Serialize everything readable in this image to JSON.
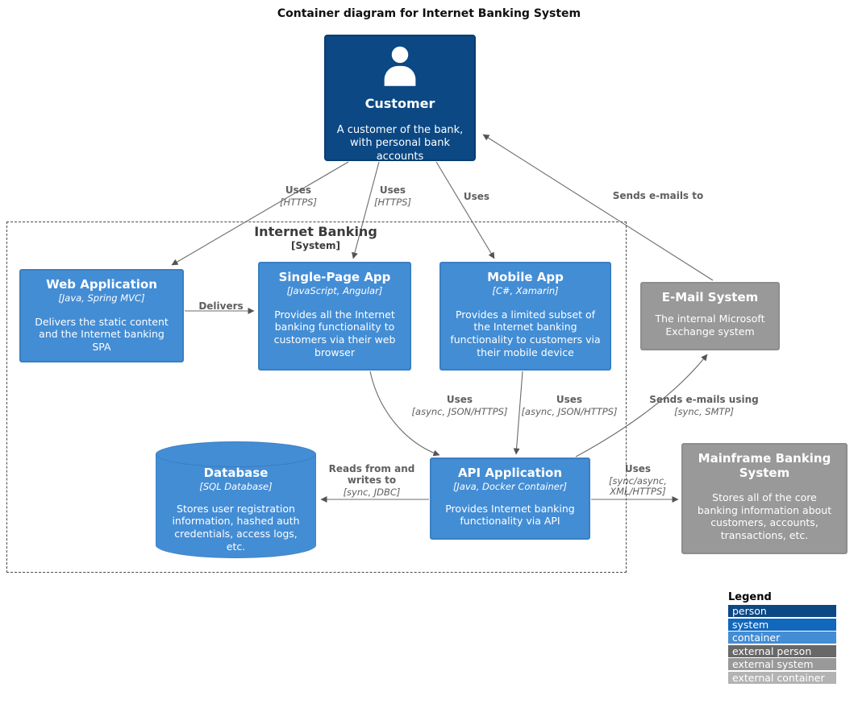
{
  "title": "Container diagram for Internet Banking System",
  "boundary": {
    "name": "Internet Banking",
    "meta": "[System]"
  },
  "nodes": {
    "customer": {
      "name": "Customer",
      "desc": "A customer of the bank, with personal bank accounts",
      "color": "#0b4884"
    },
    "web_app": {
      "name": "Web Application",
      "tech": "[Java, Spring MVC]",
      "desc": "Delivers the static content and the Internet banking SPA",
      "color": "#438dd5"
    },
    "spa": {
      "name": "Single-Page App",
      "tech": "[JavaScript, Angular]",
      "desc": "Provides all the Internet banking functionality to customers via their web browser",
      "color": "#438dd5"
    },
    "mobile_app": {
      "name": "Mobile App",
      "tech": "[C#, Xamarin]",
      "desc": "Provides a limited subset of the Internet banking functionality to customers via their mobile device",
      "color": "#438dd5"
    },
    "email_system": {
      "name": "E-Mail System",
      "desc": "The internal Microsoft Exchange system",
      "color": "#999999"
    },
    "database": {
      "name": "Database",
      "tech": "[SQL Database]",
      "desc": "Stores user registration information, hashed auth credentials, access logs, etc.",
      "color": "#438dd5"
    },
    "api_app": {
      "name": "API Application",
      "tech": "[Java, Docker Container]",
      "desc": "Provides Internet banking functionality via API",
      "color": "#438dd5"
    },
    "mainframe": {
      "name": "Mainframe Banking System",
      "desc": "Stores all of the core banking information about customers, accounts, transactions, etc.",
      "color": "#999999"
    }
  },
  "edges": {
    "customer_web": {
      "label": "Uses",
      "tech": "[HTTPS]"
    },
    "customer_spa": {
      "label": "Uses",
      "tech": "[HTTPS]"
    },
    "customer_mobile": {
      "label": "Uses",
      "tech": ""
    },
    "email_customer": {
      "label": "Sends e-mails to",
      "tech": ""
    },
    "web_spa": {
      "label": "Delivers",
      "tech": ""
    },
    "spa_api": {
      "label": "Uses",
      "tech": "[async, JSON/HTTPS]"
    },
    "mobile_api": {
      "label": "Uses",
      "tech": "[async, JSON/HTTPS]"
    },
    "api_email": {
      "label": "Sends e-mails using",
      "tech": "[sync, SMTP]"
    },
    "api_db": {
      "label": "Reads from and writes to",
      "tech": "[sync, JDBC]"
    },
    "api_mainframe": {
      "label": "Uses",
      "tech": "[sync/async, XML/HTTPS]"
    }
  },
  "colors": {
    "edge_line": "#6b6b6b",
    "edge_label": "#5f5f5f",
    "boundary_border": "#4a4a4a"
  },
  "legend": {
    "title": "Legend",
    "items": [
      {
        "label": "person",
        "color": "#0b4884"
      },
      {
        "label": "system",
        "color": "#1168bd"
      },
      {
        "label": "container",
        "color": "#438dd5"
      },
      {
        "label": "external person",
        "color": "#686868"
      },
      {
        "label": "external system",
        "color": "#999999"
      },
      {
        "label": "external container",
        "color": "#b3b3b3"
      }
    ]
  }
}
